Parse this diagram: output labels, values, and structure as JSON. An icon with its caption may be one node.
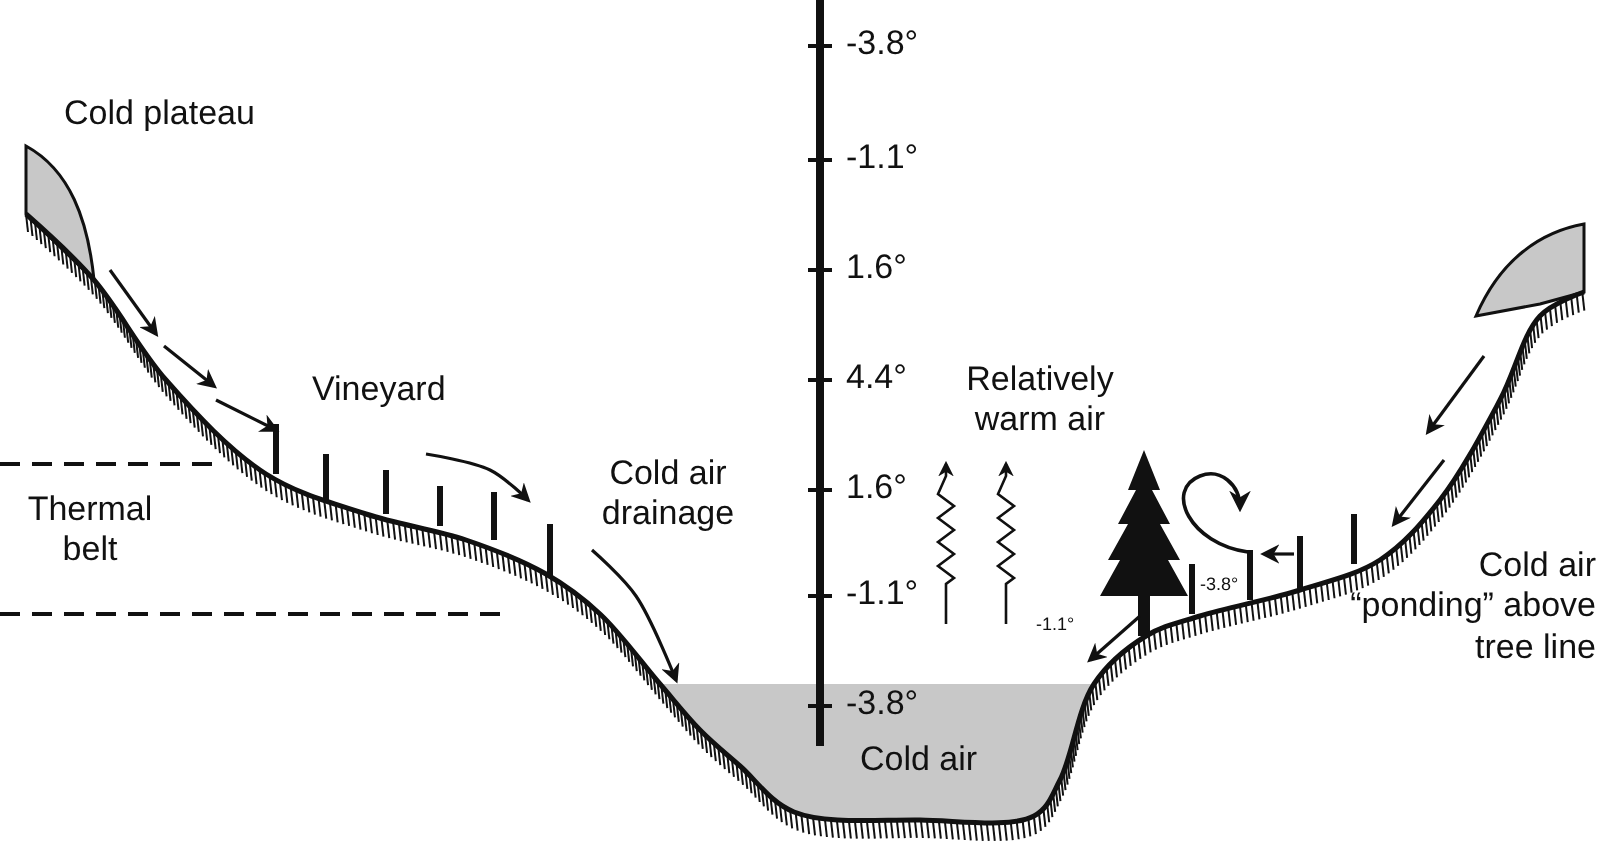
{
  "diagram": {
    "labels": [
      "-3.8°",
      "Cold plateau",
      "-1.1°",
      "1.6°",
      "4.4°",
      "Relatively warm air",
      "Vineyard",
      "Cold air drainage",
      "1.6°",
      "Thermal belt",
      "-3.8°",
      "-1.1°",
      "-1.1°",
      "Cold air “ponding” above tree line",
      "-3.8°",
      "Cold air"
    ]
  }
}
